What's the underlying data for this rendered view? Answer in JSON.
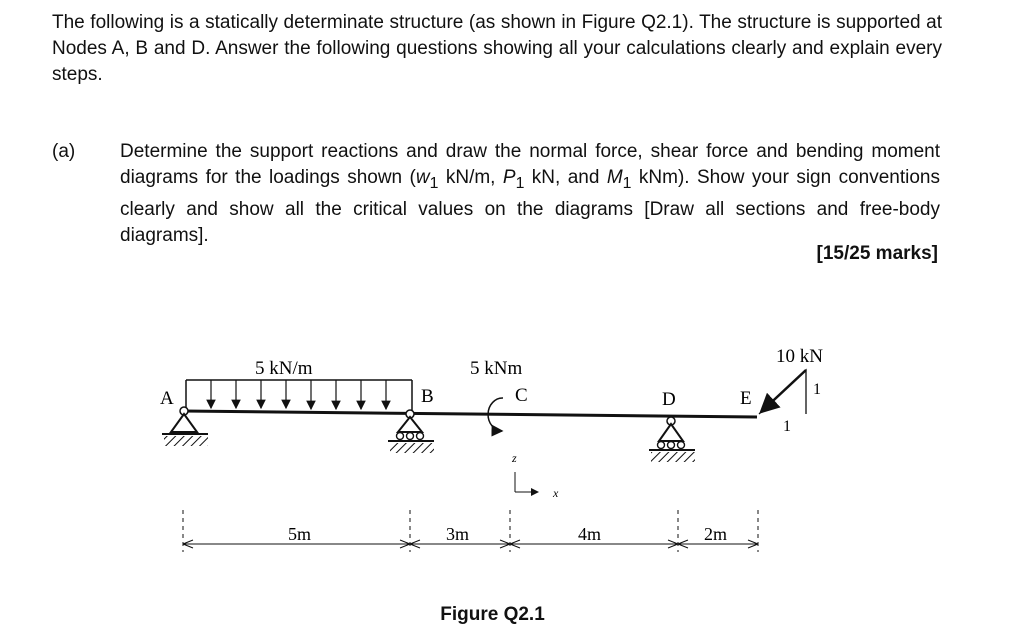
{
  "intro": {
    "text": "The following is a statically determinate structure (as shown in Figure Q2.1). The structure is supported at Nodes A, B and D. Answer the following questions showing all your calculations clearly and explain every steps."
  },
  "question": {
    "label": "(a)",
    "text_parts": [
      "Determine the support reactions and draw the normal force, shear force and bending moment diagrams for the loadings shown (",
      "w",
      "1",
      " kN/m, ",
      "P",
      "1",
      " kN, and ",
      "M",
      "1",
      " kNm). Show your sign conventions clearly and show all the critical values on the diagrams [Draw all sections and free-body diagrams]."
    ],
    "marks": "[15/25 marks]"
  },
  "figure": {
    "caption": "Figure Q2.1",
    "nodes": {
      "A": "A",
      "B": "B",
      "C": "C",
      "D": "D",
      "E": "E"
    },
    "udl_label": "5 kN/m",
    "moment_label": "5 kNm",
    "point_load_label": "10 kN",
    "slope_vertical": "1",
    "slope_horizontal": "1",
    "axis_z": "z",
    "axis_x": "x",
    "spans": [
      "5m",
      "3m",
      "4m",
      "2m"
    ]
  }
}
